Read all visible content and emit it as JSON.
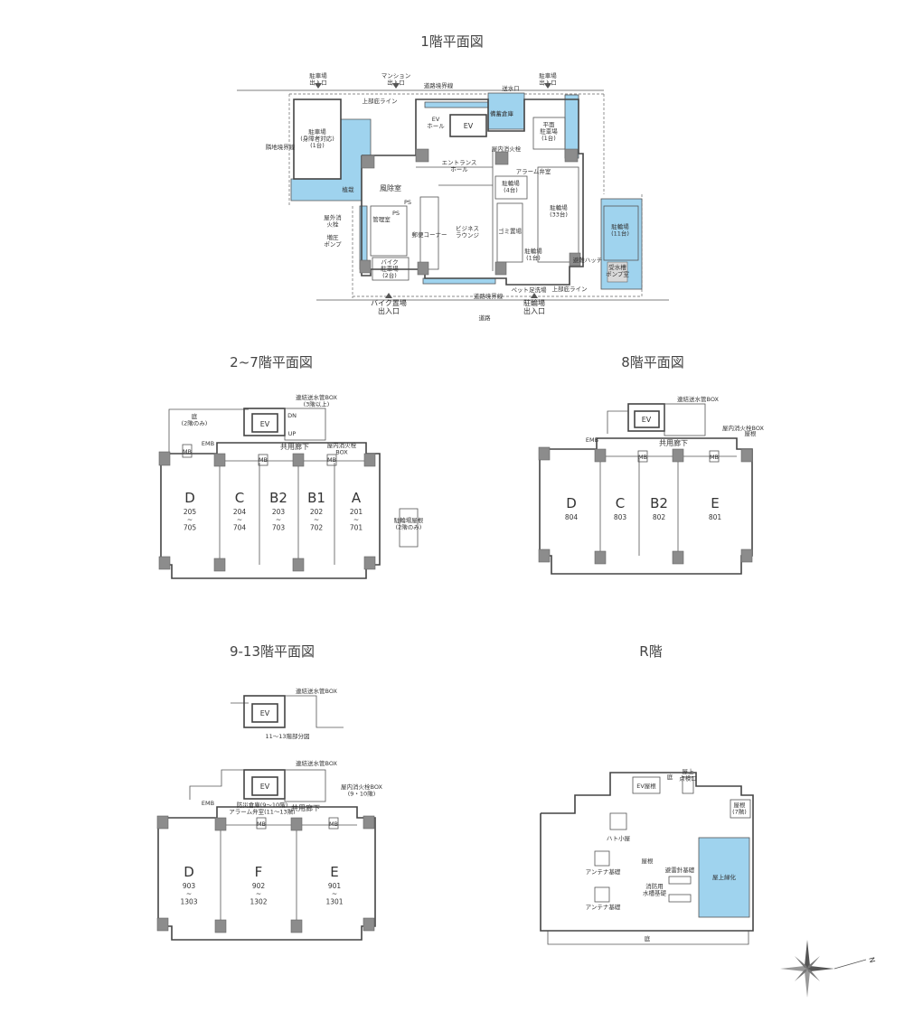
{
  "titles": {
    "floor1": "1階平面図",
    "floor2_7": "2~7階平面図",
    "floor8": "8階平面図",
    "floor9_13": "9-13階平面図",
    "floorR": "R階"
  },
  "floor1": {
    "parking_in_left": "駐車場\n出入口",
    "mansion_in": "マンション\n出入口",
    "parking_in_right": "駐車場\n出入口",
    "road_boundary_top": "道路境界線",
    "upper_floor_line": "上部庇ライン",
    "parking_disabled": "駐車場\n(身障者対応)\n(1台)",
    "site_boundary_left": "隣地境界線",
    "planting": "植栽",
    "ev_hall": "EV\nホール",
    "ev": "EV",
    "entrance_hall": "エントランス\nホール",
    "flat_parking": "平面\n駐車場\n(1台)",
    "fuujoshitsu": "風除室",
    "manager_room": "管理室",
    "ps1": "PS",
    "ps2": "PS",
    "business_lounge": "ビジネス\nラウンジ",
    "mailbox": "郵便コーナー",
    "outdoor_fire": "屋外消\n火栓",
    "booster_pump": "増圧\nポンプ",
    "bike_parking": "バイク\n駐車場\n(2台)",
    "bicycle_4": "駐輪場\n(4台)",
    "bicycle_33": "駐輪場\n(33台)",
    "bicycle_1": "駐輪場\n(1台)",
    "bicycle_11": "駐輪場\n(11台)",
    "garbage": "ゴミ置場",
    "alarm_valve": "アラーム弁室",
    "fire_hydrant": "屋内消火栓",
    "water_inlet": "送水口",
    "pet_wash": "ペット足洗場",
    "road_boundary_bottom": "道路境界線",
    "bike_in": "バイク置場\n出入口",
    "bicycle_in": "駐輪場\n出入口",
    "road": "道路",
    "upper_floor_line2": "上部庇ライン",
    "storage": "備蓄倉庫",
    "ladder": "避難ハッチ",
    "utility": "受水槽\nポンプ室"
  },
  "floor2_7": {
    "garden": "庭\n(2階のみ)",
    "ev": "EV",
    "standpipe": "連結送水管BOX\n(3階以上)",
    "emb": "EMB",
    "corridor": "共用廊下",
    "fire_box": "屋内消火栓\nBOX",
    "mb": "MB",
    "dn": "DN",
    "up": "UP",
    "units": [
      {
        "type": "D",
        "nums": "205\n~\n705"
      },
      {
        "type": "C",
        "nums": "204\n~\n704"
      },
      {
        "type": "B2",
        "nums": "203\n~\n703"
      },
      {
        "type": "B1",
        "nums": "202\n~\n702"
      },
      {
        "type": "A",
        "nums": "201\n~\n701"
      }
    ],
    "note_box": "駐輪場屋根\n(2階のみ)"
  },
  "floor8": {
    "standpipe": "連結送水管BOX",
    "ev": "EV",
    "fire_box": "屋内消火栓BOX",
    "roof": "屋根",
    "emb": "EMB",
    "corridor": "共用廊下",
    "mb": "MB",
    "units": [
      {
        "type": "D",
        "nums": "804"
      },
      {
        "type": "C",
        "nums": "803"
      },
      {
        "type": "B2",
        "nums": "802"
      },
      {
        "type": "E",
        "nums": "801"
      }
    ]
  },
  "floor9_13": {
    "standpipe_partial": "連結送水管BOX",
    "partial_caption": "11〜13階部分図",
    "standpipe": "連結送水管BOX",
    "ev": "EV",
    "fire_box": "屋内消火栓BOX\n(9・10階)",
    "emb": "EMB",
    "corridor": "共用廊下",
    "valve_note": "防災倉庫(9〜10階)\nアラーム弁室(11〜13階)",
    "mb": "MB",
    "units": [
      {
        "type": "D",
        "nums": "903\n~\n1303"
      },
      {
        "type": "F",
        "nums": "902\n~\n1302"
      },
      {
        "type": "E",
        "nums": "901\n~\n1301"
      }
    ]
  },
  "floorR": {
    "ev_roof": "EV屋根",
    "garden_top": "庭",
    "rooftop_intake": "屋上\n点検口",
    "roof_7f": "屋根\n(7階)",
    "pigeon": "ハト小屋",
    "roof": "屋根",
    "antenna1": "アンテナ基礎",
    "antenna2": "アンテナ基礎",
    "lightning": "避雷針基礎",
    "fire_tank": "消防用\n水槽基礎",
    "green": "屋上緑化",
    "garden_bottom": "庭"
  },
  "compass": {
    "label": "N"
  },
  "colors": {
    "blue": "#9fd3ee",
    "column": "#8c8c8c"
  }
}
